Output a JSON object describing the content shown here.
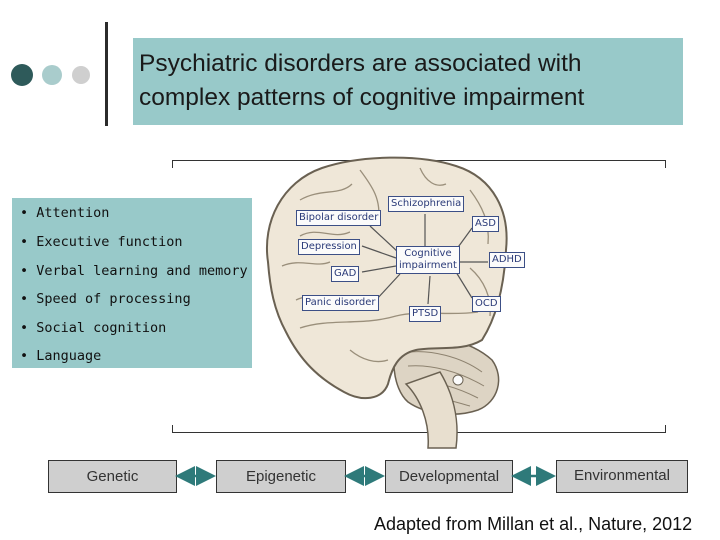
{
  "title": {
    "line1": "Psychiatric disorders are associated with",
    "line2": "complex patterns of cognitive impairment"
  },
  "domains": [
    "Attention",
    "Executive function",
    "Verbal learning and memory",
    "Speed of processing",
    "Social cognition",
    "Language"
  ],
  "brain_labels": {
    "schizophrenia": "Schizophrenia",
    "bipolar": "Bipolar disorder",
    "asd": "ASD",
    "depression": "Depression",
    "cognitive1": "Cognitive",
    "cognitive2": "impairment",
    "adhd": "ADHD",
    "gad": "GAD",
    "panic": "Panic disorder",
    "ocd": "OCD",
    "ptsd": "PTSD"
  },
  "factors": [
    "Genetic",
    "Epigenetic",
    "Developmental",
    "Environmental"
  ],
  "credit": "Adapted from Millan et al., Nature, 2012",
  "colors": {
    "teal_box": "#98c9c9",
    "dot_dark": "#2e5a5a",
    "dot_light": "#a9cccc",
    "dot_gray": "#cfcfcf",
    "label_text": "#2a3a78"
  }
}
